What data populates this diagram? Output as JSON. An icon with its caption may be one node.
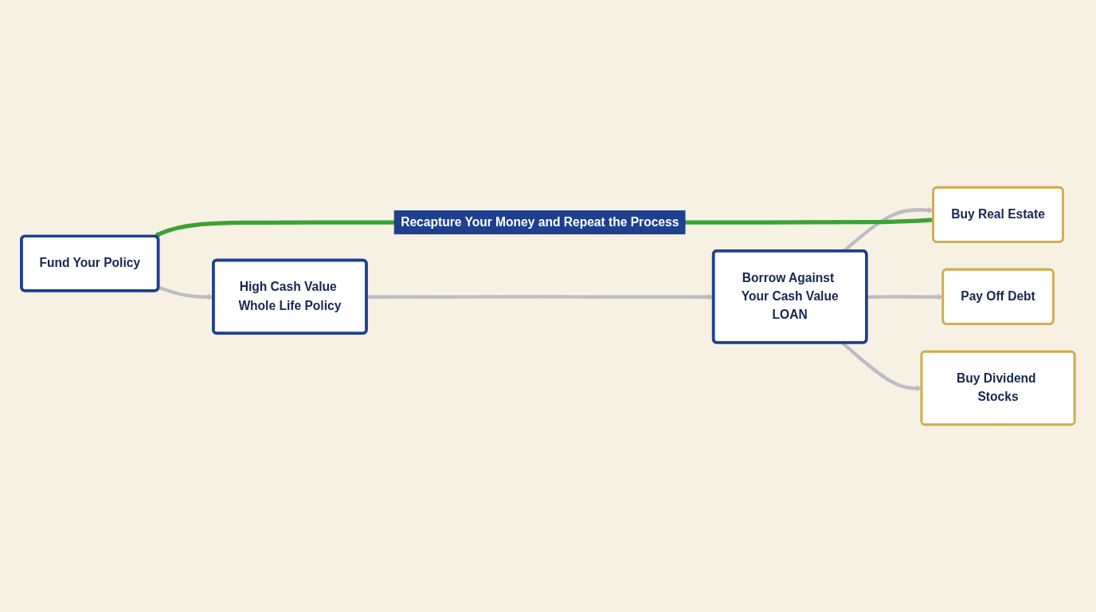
{
  "diagram": {
    "nodes": [
      {
        "text": [
          "Fund Your Policy"
        ]
      },
      {
        "text": [
          "High Cash Value Whole Life Policy"
        ]
      },
      {
        "text": [
          "Borrow Against Your Cash Value",
          "LOAN"
        ]
      },
      {
        "text": [
          "Buy Real Estate"
        ]
      },
      {
        "text": [
          "Pay Off Debt"
        ]
      },
      {
        "text": [
          "Buy Dividend Stocks"
        ]
      }
    ],
    "edges": [
      {
        "from": 0,
        "to": 1,
        "arrow": "to"
      },
      {
        "from": 1,
        "to": 2,
        "arrow": "to"
      },
      {
        "from": 2,
        "to": 3,
        "arrow": "to"
      },
      {
        "from": 2,
        "to": 4,
        "arrow": "to"
      },
      {
        "from": 2,
        "to": 5,
        "arrow": "to"
      },
      {
        "from": 3,
        "to": 0,
        "arrow": "to",
        "label": "Recapture Your Money and Repeat the Process",
        "color": "#3aa336"
      }
    ]
  }
}
